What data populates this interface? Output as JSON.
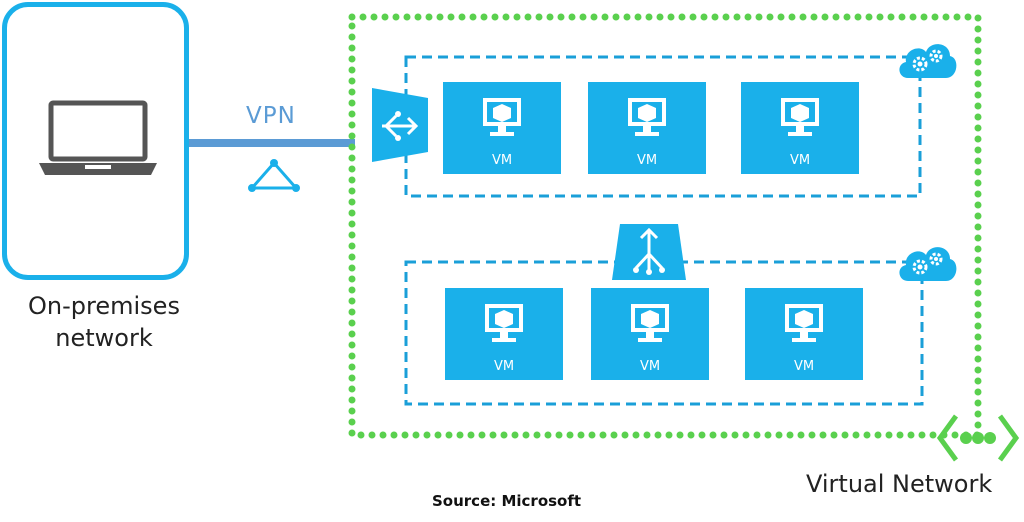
{
  "onprem": {
    "label_line1": "On-premises",
    "label_line2": "network"
  },
  "vpn": {
    "label": "VPN"
  },
  "virtual_network": {
    "label": "Virtual Network"
  },
  "source": {
    "label": "Source: Microsoft"
  },
  "tiers": [
    {
      "vms": [
        {
          "label": "VM"
        },
        {
          "label": "VM"
        },
        {
          "label": "VM"
        }
      ]
    },
    {
      "vms": [
        {
          "label": "VM"
        },
        {
          "label": "VM"
        },
        {
          "label": "VM"
        }
      ]
    }
  ],
  "colors": {
    "azure_blue": "#1ab0ea",
    "vpn_text": "#5b9bd5",
    "vnet_green": "#5ad04e",
    "dashed_blue": "#1a9fd8"
  },
  "icons": [
    "laptop-icon",
    "vpn-triangle-icon",
    "load-balancer-icon",
    "cloud-gear-icon",
    "vm-monitor-icon",
    "vnet-brackets-icon"
  ]
}
